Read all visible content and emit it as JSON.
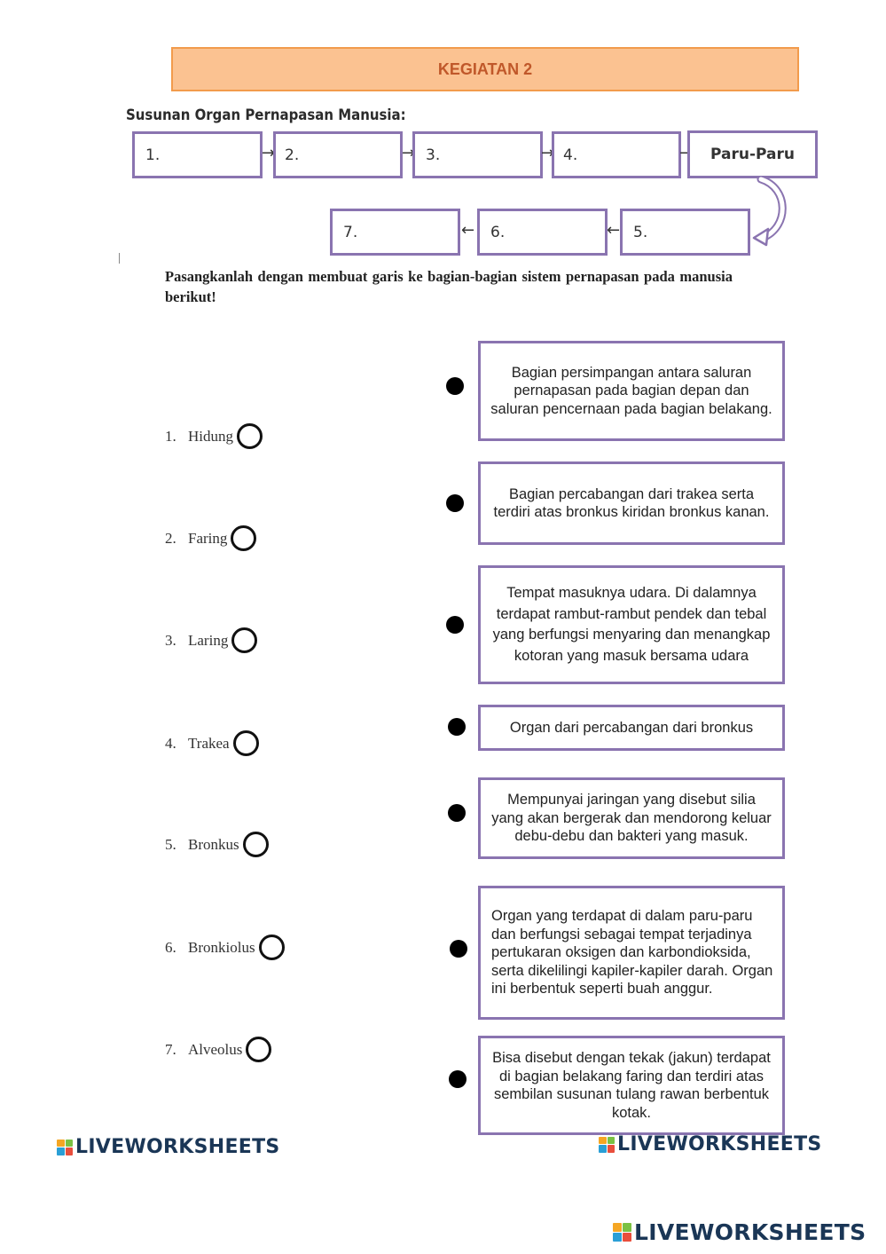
{
  "header": {
    "title": "KEGIATAN 2"
  },
  "sequence": {
    "heading": "Susunan Organ Pernapasan Manusia:",
    "row1": [
      "1.",
      "2.",
      "3.",
      "4.",
      "Paru-Paru"
    ],
    "row2": [
      "7.",
      "6.",
      "5."
    ],
    "arrow_right": "→",
    "arrow_left": "←"
  },
  "instruction": "Pasangkanlah dengan membuat garis ke bagian-bagian sistem pernapasan pada manusia berikut!",
  "terms": [
    {
      "num": "1.",
      "name": "Hidung"
    },
    {
      "num": "2.",
      "name": "Faring"
    },
    {
      "num": "3.",
      "name": "Laring"
    },
    {
      "num": "4.",
      "name": "Trakea"
    },
    {
      "num": "5.",
      "name": "Bronkus"
    },
    {
      "num": "6.",
      "name": "Bronkiolus"
    },
    {
      "num": "7.",
      "name": "Alveolus"
    }
  ],
  "definitions": [
    "Bagian persimpangan antara saluran pernapasan pada bagian depan dan saluran pencernaan pada bagian belakang.",
    "Bagian percabangan dari trakea serta terdiri atas bronkus kiridan bronkus kanan.",
    "Tempat masuknya udara. Di dalamnya terdapat rambut-rambut pendek dan tebal yang berfungsi menyaring dan menangkap kotoran yang masuk bersama udara",
    "Organ dari percabangan dari bronkus",
    "Mempunyai jaringan yang disebut silia yang akan bergerak dan mendorong keluar debu-debu dan bakteri yang masuk.",
    "Organ yang terdapat di dalam paru-paru dan berfungsi sebagai tempat terjadinya pertukaran oksigen dan karbondioksida, serta dikelilingi kapiler-kapiler darah. Organ ini berbentuk seperti buah anggur.",
    "Bisa disebut dengan tekak (jakun) terdapat di bagian belakang faring dan terdiri atas sembilan susunan tulang rawan berbentuk kotak."
  ],
  "branding": {
    "logo_text": "LIVEWORKSHEETS"
  },
  "colors": {
    "title_fill": "#fbc291",
    "title_border": "#f29b4c",
    "title_text": "#c0582a",
    "box_border": "#8a74b0",
    "logo_text": "#1a3656"
  }
}
